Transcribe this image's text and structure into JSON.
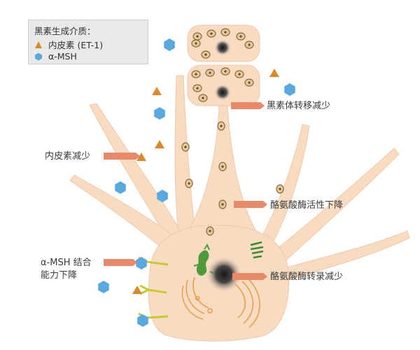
{
  "legend": {
    "title": "黑素生成介质：",
    "items": [
      {
        "label": "内皮素 (ET-1)",
        "icon": "triangle-icon",
        "color": "#d98a2a"
      },
      {
        "label": "α-MSH",
        "icon": "hexagon-icon",
        "color": "#5aa8e0"
      }
    ]
  },
  "annotations": {
    "melanosome_transfer": "黑素体转移减少",
    "endothelin": "内皮素减少",
    "tyrosinase_activity": "酪氨酸酶活性下降",
    "msh_binding_line1": "α-MSH 结合",
    "msh_binding_line2": "能力下降",
    "tyrosinase_transcription": "酪氨酸酶转录减少"
  },
  "colors": {
    "cell_fill": "#f8dcc2",
    "cell_stroke": "#f0c8a8",
    "arrow": "#e8896a",
    "triangle": "#d98a2a",
    "hexagon": "#5aa8e0",
    "receptor": "#c9c832",
    "golgi": "#e8a050",
    "er_green": "#4f9a3a"
  }
}
